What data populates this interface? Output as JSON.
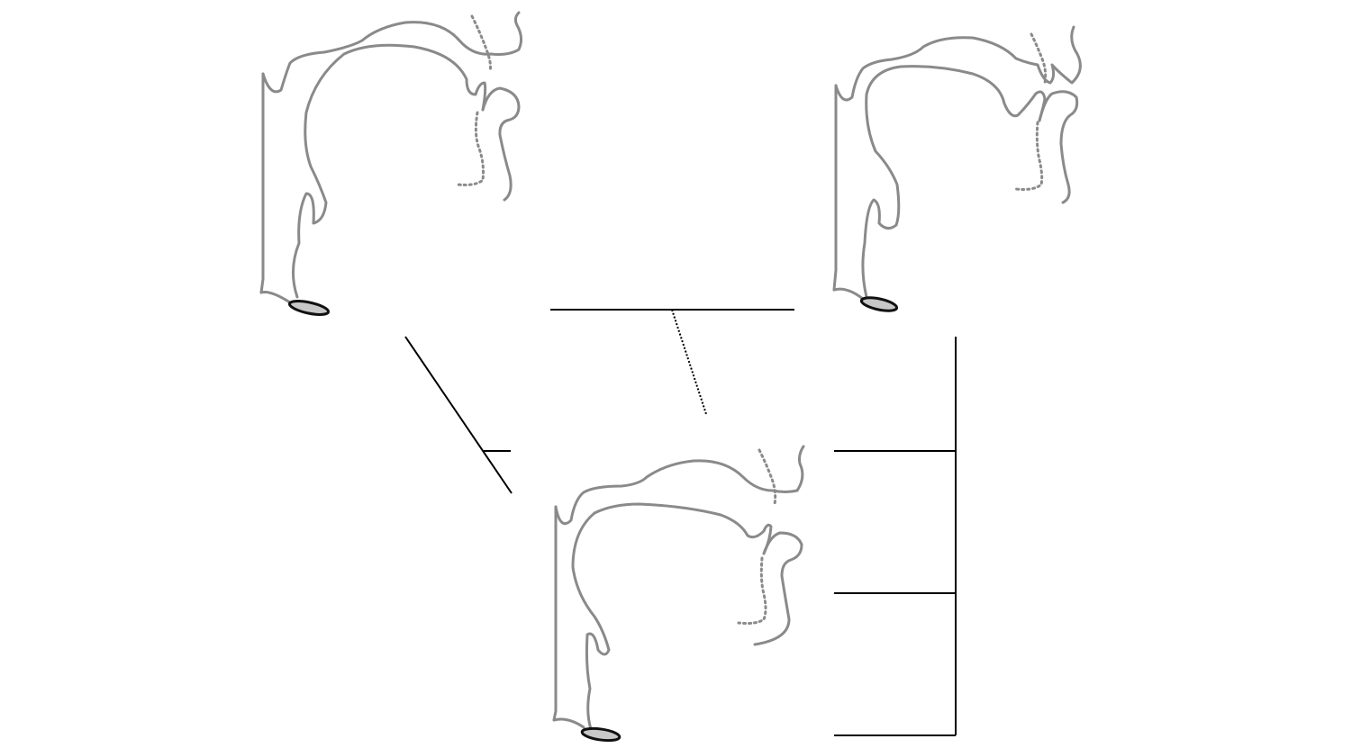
{
  "diagram": {
    "title": "",
    "panels": [
      {
        "id": "top-left",
        "label": ""
      },
      {
        "id": "top-right",
        "label": ""
      },
      {
        "id": "bottom-center",
        "label": ""
      }
    ]
  },
  "colors": {
    "background": "#ffffff",
    "tract_outline": "#8a8a8a",
    "glottis_fill": "#c8c8c8",
    "glottis_stroke": "#111111",
    "connector": "#000000"
  },
  "icons": {
    "vocal_tract": "vocal-tract-sagittal-outline",
    "glottis": "glottis-ellipse"
  }
}
